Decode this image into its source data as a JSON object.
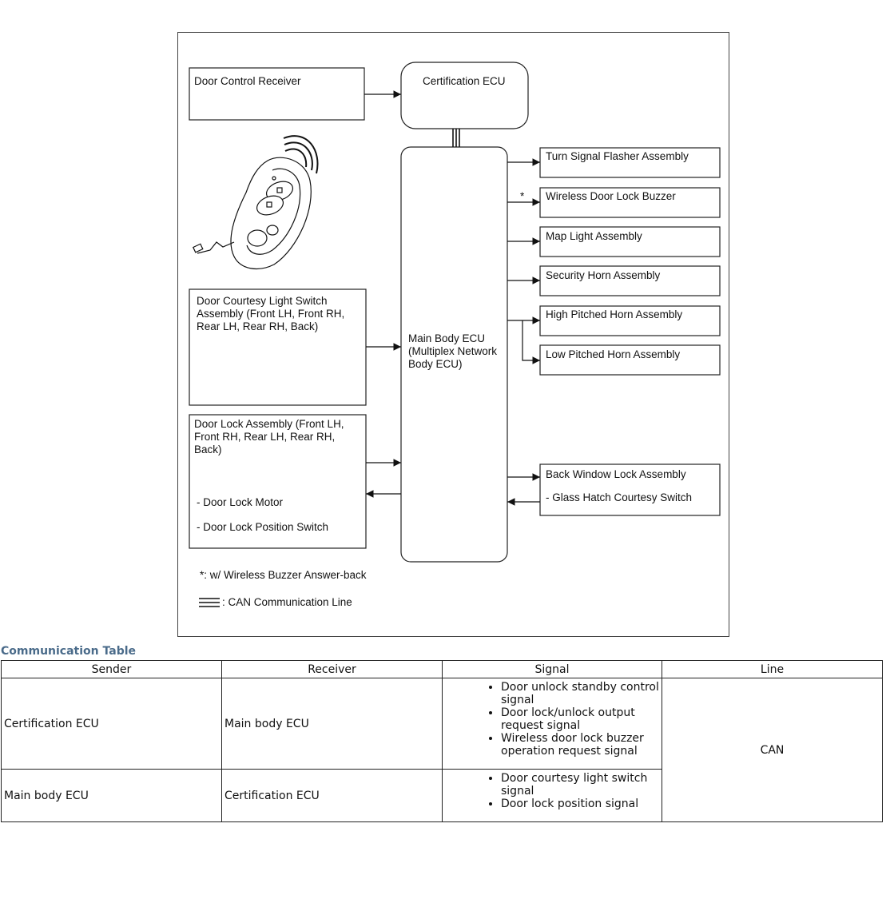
{
  "diagram": {
    "nodes": {
      "door_control_receiver": "Door Control Receiver",
      "certification_ecu": "Certification ECU",
      "door_courtesy_switch": "Door Courtesy Light Switch\nAssembly (Front LH, Front RH,\nRear LH, Rear RH, Back)",
      "door_lock_assembly": "Door Lock Assembly (Front LH,\nFront RH, Rear LH, Rear RH,\nBack)",
      "door_lock_motor": "- Door Lock Motor",
      "door_lock_position_switch": "- Door Lock Position Switch",
      "main_body_ecu": "Main Body ECU\n(Multiplex Network\nBody ECU)",
      "turn_signal": "Turn Signal Flasher Assembly",
      "wireless_buzzer": "Wireless Door Lock Buzzer",
      "map_light": "Map Light Assembly",
      "security_horn": "Security Horn Assembly",
      "high_horn": "High Pitched Horn Assembly",
      "low_horn": "Low Pitched Horn Assembly",
      "back_window_lock": "Back Window Lock Assembly",
      "glass_hatch_switch": "- Glass Hatch Courtesy Switch"
    },
    "asterisk": "*",
    "legend": {
      "asterisk_note": "*: w/ Wireless Buzzer Answer-back",
      "can_line": ": CAN Communication Line"
    },
    "icons": [
      "key-fob-icon",
      "wireless-signal-icon"
    ]
  },
  "table": {
    "title": "Communication Table",
    "headers": [
      "Sender",
      "Receiver",
      "Signal",
      "Line"
    ],
    "rows": [
      {
        "sender": "Certification ECU",
        "receiver": "Main body ECU",
        "signals": [
          "Door unlock standby control signal",
          "Door lock/unlock output request signal",
          "Wireless door lock buzzer operation request signal"
        ]
      },
      {
        "sender": "Main body ECU",
        "receiver": "Certification ECU",
        "signals": [
          "Door courtesy light switch signal",
          "Door lock position signal"
        ]
      }
    ],
    "line": "CAN"
  }
}
